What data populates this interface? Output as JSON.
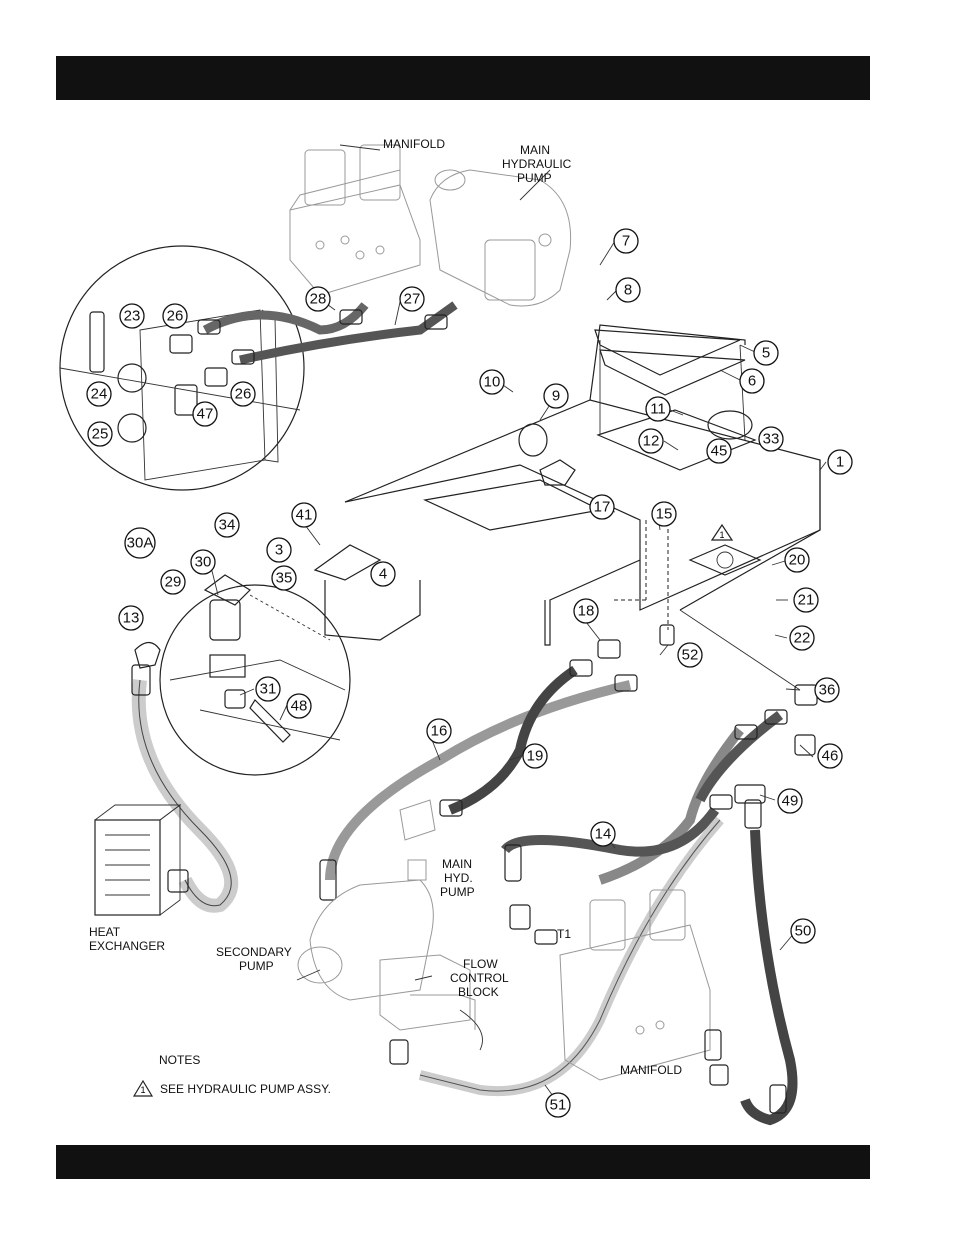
{
  "labels": {
    "manifold_top": "MANIFOLD",
    "main_pump_top": [
      "MAIN",
      "HYDRAULIC",
      "PUMP"
    ],
    "heat_exchanger": [
      "HEAT",
      "EXCHANGER"
    ],
    "secondary_pump": [
      "SECONDARY",
      "PUMP"
    ],
    "main_hyd_pump": [
      "MAIN",
      "HYD.",
      "PUMP"
    ],
    "flow_control": [
      "FLOW",
      "CONTROL",
      "BLOCK"
    ],
    "manifold_bottom": "MANIFOLD",
    "notes_title": "NOTES",
    "note_1_marker": "1",
    "note_1_text": "SEE HYDRAULIC PUMP ASSY.",
    "tank_marker": "1",
    "t1": "T1"
  },
  "callouts": [
    "1",
    "3",
    "4",
    "5",
    "6",
    "7",
    "8",
    "9",
    "10",
    "11",
    "12",
    "13",
    "14",
    "15",
    "16",
    "17",
    "18",
    "19",
    "20",
    "21",
    "22",
    "23",
    "24",
    "25",
    "26",
    "26",
    "27",
    "28",
    "29",
    "30",
    "30A",
    "31",
    "33",
    "34",
    "35",
    "36",
    "41",
    "45",
    "46",
    "47",
    "48",
    "49",
    "50",
    "51",
    "52"
  ]
}
